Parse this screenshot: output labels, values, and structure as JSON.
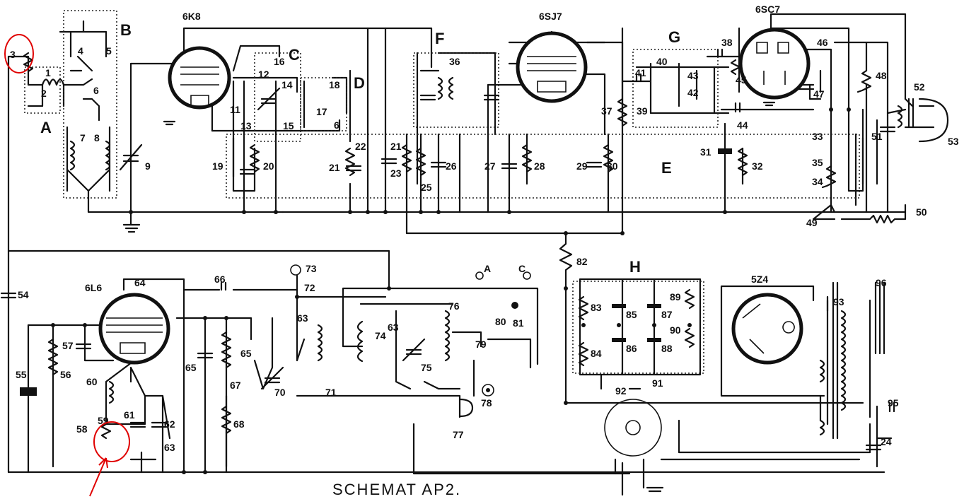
{
  "title": "SCHEMAT  AP2.",
  "tubes": [
    "6K8",
    "6SJ7",
    "6SC7",
    "6L6",
    "5Z4"
  ],
  "blocks": [
    "A",
    "B",
    "C",
    "D",
    "E",
    "F",
    "G",
    "H"
  ],
  "terminals": [
    "A",
    "C"
  ],
  "component_numbers": [
    "1",
    "2",
    "3",
    "4",
    "5",
    "6",
    "7",
    "8",
    "9",
    "11",
    "12",
    "13",
    "14",
    "15",
    "16",
    "17",
    "18",
    "6",
    "19",
    "20",
    "21",
    "22",
    "21",
    "23",
    "25",
    "26",
    "27",
    "28",
    "29",
    "30",
    "31",
    "32",
    "33",
    "34",
    "35",
    "36",
    "37",
    "38",
    "39",
    "40",
    "41",
    "42",
    "43",
    "44",
    "45",
    "46",
    "47",
    "48",
    "49",
    "50",
    "51",
    "52",
    "53",
    "54",
    "55",
    "56",
    "57",
    "58",
    "59",
    "60",
    "61",
    "62",
    "63",
    "64",
    "65",
    "66",
    "67",
    "68",
    "65",
    "70",
    "71",
    "72",
    "73",
    "63",
    "74",
    "75",
    "63",
    "76",
    "77",
    "78",
    "79",
    "80",
    "81",
    "82",
    "83",
    "84",
    "85",
    "86",
    "87",
    "88",
    "89",
    "90",
    "91",
    "92",
    "93",
    "95",
    "96",
    "24"
  ],
  "highlight_color": "#e00000"
}
